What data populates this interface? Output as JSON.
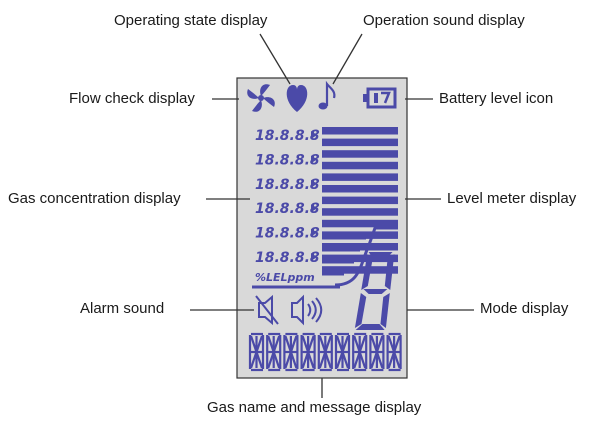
{
  "labels": {
    "operating_state": "Operating state display",
    "operation_sound": "Operation sound display",
    "flow_check": "Flow check display",
    "battery_level": "Battery level icon",
    "gas_concentration": "Gas concentration display",
    "level_meter": "Level meter display",
    "alarm_sound": "Alarm sound",
    "mode_display": "Mode display",
    "gas_name_message": "Gas name and message display"
  },
  "lcd": {
    "digit_rows": [
      "18.8.8.8",
      "18.8.8.8",
      "18.8.8.8",
      "18.8.8.8",
      "18.8.8.8",
      "18.8.8.8"
    ],
    "unit_text": "%LELppm",
    "segment_color": "#4b4aa8",
    "screen_color": "#d9d9d9",
    "icons": [
      "fan-icon",
      "heart-icon",
      "music-note-icon",
      "battery-icon",
      "muted-speaker-icon",
      "speaker-icon"
    ]
  }
}
